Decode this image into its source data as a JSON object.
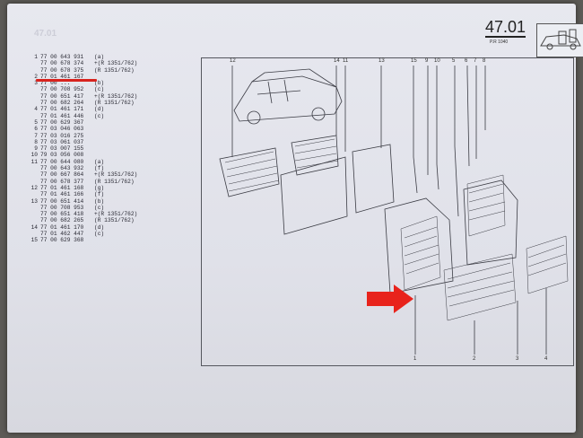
{
  "page": {
    "section_number": "47.01",
    "reference": "P.R 1040"
  },
  "parts_list": [
    {
      "pos": "1",
      "number": "77 00 643 931",
      "note": "(a)"
    },
    {
      "pos": "",
      "number": "77 00 678 374",
      "note": "+(R 1351/762)"
    },
    {
      "pos": "",
      "number": "77 00 678 375",
      "note": "(R 1351/762)"
    },
    {
      "pos": "2",
      "number": "77 01 461 167",
      "note": ""
    },
    {
      "pos": "3",
      "number": "77 00 ...",
      "note": "(b)"
    },
    {
      "pos": "",
      "number": "77 00 708 952",
      "note": "(c)"
    },
    {
      "pos": "",
      "number": "77 00 651 417",
      "note": "+(R 1351/762)"
    },
    {
      "pos": "",
      "number": "77 00 682 264",
      "note": "(R 1351/762)"
    },
    {
      "pos": "4",
      "number": "77 01 461 171",
      "note": "(d)"
    },
    {
      "pos": "",
      "number": "77 01 461 446",
      "note": "(c)"
    },
    {
      "pos": "5",
      "number": "77 00 629 367",
      "note": ""
    },
    {
      "pos": "6",
      "number": "77 03 046 063",
      "note": ""
    },
    {
      "pos": "7",
      "number": "77 03 016 275",
      "note": ""
    },
    {
      "pos": "8",
      "number": "77 03 061 037",
      "note": ""
    },
    {
      "pos": "9",
      "number": "77 03 007 155",
      "note": ""
    },
    {
      "pos": "10",
      "number": "79 03 056 008",
      "note": ""
    },
    {
      "pos": "11",
      "number": "77 00 644 080",
      "note": "(a)"
    },
    {
      "pos": "",
      "number": "77 00 643 932",
      "note": "(f)"
    },
    {
      "pos": "",
      "number": "77 00 667 864",
      "note": "+(R 1351/762)"
    },
    {
      "pos": "",
      "number": "77 00 678 377",
      "note": "(R 1351/762)"
    },
    {
      "pos": "12",
      "number": "77 01 461 168",
      "note": "(g)"
    },
    {
      "pos": "",
      "number": "77 01 461 166",
      "note": "(f)"
    },
    {
      "pos": "13",
      "number": "77 00 651 414",
      "note": "(b)"
    },
    {
      "pos": "",
      "number": "77 00 708 953",
      "note": "(c)"
    },
    {
      "pos": "",
      "number": "77 00 651 418",
      "note": "+(R 1351/762)"
    },
    {
      "pos": "",
      "number": "77 00 682 265",
      "note": "(R 1351/762)"
    },
    {
      "pos": "14",
      "number": "77 01 461 170",
      "note": "(d)"
    },
    {
      "pos": "",
      "number": "77 01 462 447",
      "note": "(c)"
    },
    {
      "pos": "15",
      "number": "77 00 629 368",
      "note": ""
    }
  ],
  "callouts_top": [
    "12",
    "14",
    "11",
    "13",
    "15",
    "9",
    "10",
    "5",
    "6",
    "7",
    "8"
  ],
  "callouts_bottom": [
    "1",
    "2",
    "3",
    "4"
  ],
  "colors": {
    "highlight": "#d8231e",
    "arrow": "#e8231c",
    "paper": "#e3e4eb",
    "ink": "#2a2a34"
  }
}
